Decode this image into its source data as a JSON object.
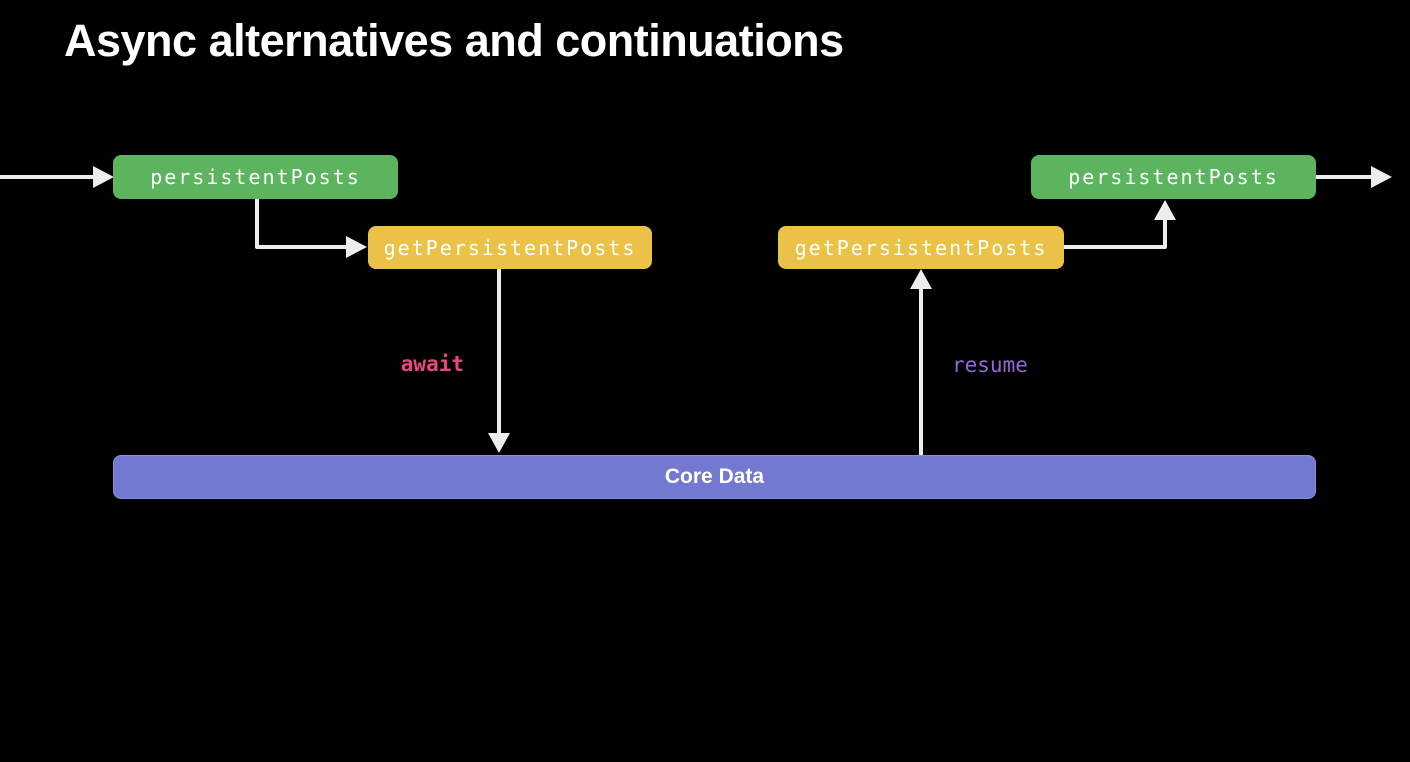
{
  "title": "Async alternatives and continuations",
  "colors": {
    "background": "#000000",
    "title_text": "#ffffff",
    "node_green": "#5CB45E",
    "node_yellow": "#EBC247",
    "core_data_bar": "#7378D1",
    "node_text": "#ffffff",
    "arrow": "#EDEDED",
    "await_label": "#E8487F",
    "resume_label": "#9168D6"
  },
  "diagram": {
    "nodes": [
      {
        "id": "persistent-posts-left",
        "label": "persistentPosts",
        "color": "#5CB45E"
      },
      {
        "id": "get-persistent-posts-left",
        "label": "getPersistentPosts",
        "color": "#EBC247"
      },
      {
        "id": "get-persistent-posts-right",
        "label": "getPersistentPosts",
        "color": "#EBC247"
      },
      {
        "id": "persistent-posts-right",
        "label": "persistentPosts",
        "color": "#5CB45E"
      },
      {
        "id": "core-data",
        "label": "Core Data",
        "color": "#7378D1"
      }
    ],
    "annotations": [
      {
        "id": "await",
        "label": "await",
        "color": "#E8487F"
      },
      {
        "id": "resume",
        "label": "resume",
        "color": "#9168D6"
      }
    ],
    "flow": [
      "in -> persistentPosts (left)",
      "persistentPosts (left) -> getPersistentPosts (left)",
      "getPersistentPosts (left) -> Core Data [await]",
      "Core Data -> getPersistentPosts (right) [resume]",
      "getPersistentPosts (right) -> persistentPosts (right)",
      "persistentPosts (right) -> out"
    ]
  }
}
